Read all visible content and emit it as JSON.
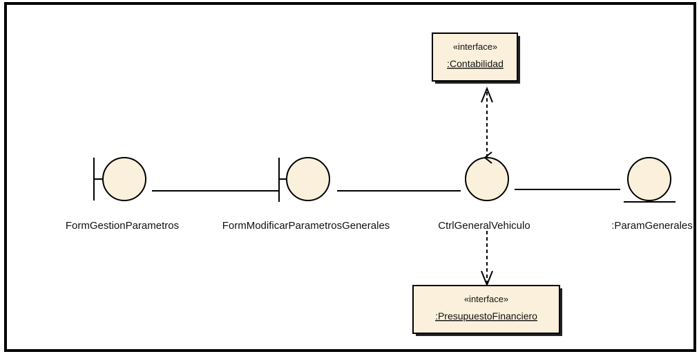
{
  "diagram": {
    "boundaries": [
      {
        "id": "form_gestion",
        "label": "FormGestionParametros"
      },
      {
        "id": "form_modificar",
        "label": "FormModificarParametrosGenerales"
      }
    ],
    "control": {
      "id": "ctrl",
      "label": "CtrlGeneralVehiculo"
    },
    "entity": {
      "id": "param",
      "label": ":ParamGenerales"
    },
    "interfaces": [
      {
        "id": "contabilidad",
        "stereotype": "«interface»",
        "name": ":Contabilidad"
      },
      {
        "id": "presupuesto",
        "stereotype": "«interface»",
        "name": ":PresupuestoFinanciero"
      }
    ],
    "links": [
      {
        "from": "form_gestion",
        "to": "form_modificar",
        "style": "solid"
      },
      {
        "from": "form_modificar",
        "to": "ctrl",
        "style": "solid"
      },
      {
        "from": "ctrl",
        "to": "param",
        "style": "solid"
      },
      {
        "from": "ctrl",
        "to": "contabilidad",
        "style": "dashed-arrow"
      },
      {
        "from": "ctrl",
        "to": "presupuesto",
        "style": "dashed-arrow"
      }
    ],
    "colors": {
      "element_fill": "#fbf0dc",
      "line": "#000000",
      "frame": "#000000"
    }
  }
}
